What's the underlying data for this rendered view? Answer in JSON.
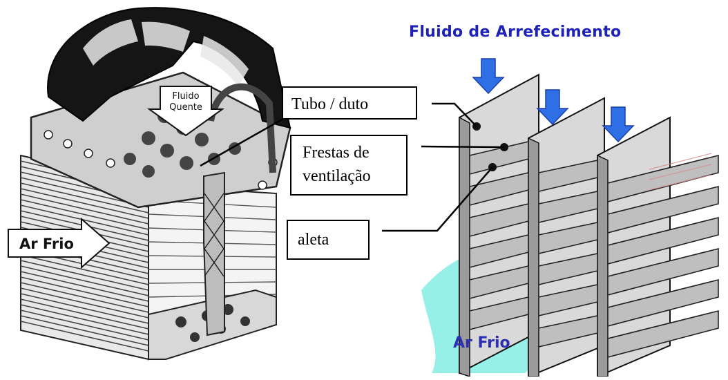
{
  "left_diagram": {
    "arrow_hot_fluid": [
      "Fluido",
      "Quente"
    ],
    "arrow_cold_air": "Ar Frio"
  },
  "right_diagram": {
    "title": "Fluido de Arrefecimento",
    "cold_air_label": "Ar Frio"
  },
  "callouts": {
    "tube": "Tubo / duto",
    "vents": [
      "Frestas de",
      "ventilação"
    ],
    "fin": "aleta"
  },
  "colors": {
    "title_blue": "#1f22b8",
    "arrow_blue": "#2f6fe6",
    "airflow_cyan": "#3fe3d6",
    "fin_gray": "#cfcfcf"
  }
}
